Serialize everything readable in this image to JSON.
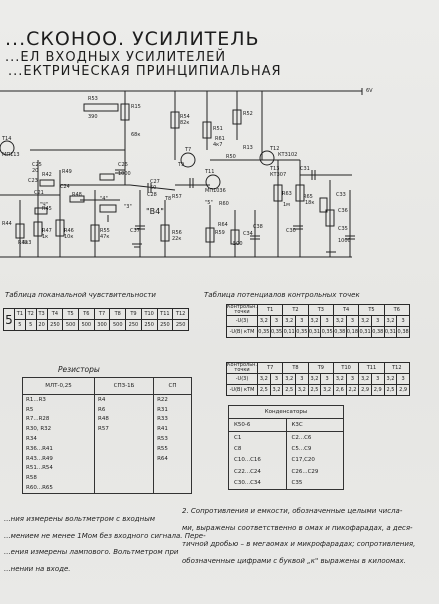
{
  "title": {
    "line1": "...СКОНОО. УСИЛИТЕЛЬ",
    "line2": "...ЕЛ ВХОДНЫХ УСИЛИТЕЛЕЙ",
    "line3": "...ЕКТРИЧЕСКАЯ ПРИНЦИПИАЛЬНАЯ"
  },
  "schematic": {
    "labels": [
      "R53",
      "390",
      "R15",
      "R54",
      "R51",
      "R49",
      "R42",
      "R52",
      "R13",
      "R50",
      "C27",
      "C26",
      "C25",
      "C31",
      "C36",
      "C35",
      "C38",
      "C37",
      "C24",
      "C23",
      "C21",
      "C28",
      "C30",
      "C33",
      "C34",
      "T7",
      "T12",
      "T13",
      "T11",
      "T14",
      "T9",
      "T8",
      "R43",
      "R47",
      "R48",
      "R46",
      "R55",
      "R57",
      "R56",
      "R59",
      "R60",
      "R61",
      "R63",
      "R64",
      "R65",
      "R44",
      "R45",
      "КТ3102",
      "КТ307",
      "МП1036",
      "МП113",
      "1000",
      "500",
      "20",
      "50",
      "4к7",
      "68к",
      "1к",
      "1м",
      "10к",
      "22к",
      "3к3",
      "18к",
      "82к",
      "47к",
      "1000",
      "6V"
    ],
    "marks": [
      "\"Ч\"",
      "\"В4\"",
      "\"3\"",
      "\"5\"",
      "\"4\""
    ]
  },
  "sensitivity": {
    "caption": "Таблица поканальной чувствительности",
    "headers": [
      "Т1",
      "Т2",
      "Т3",
      "Т4",
      "Т5",
      "Т6",
      "Т7",
      "Т8",
      "Т9",
      "Т10",
      "Т11",
      "Т12"
    ],
    "values": [
      "5",
      "5",
      "20",
      "250",
      "500",
      "500",
      "300",
      "500",
      "250",
      "250",
      "250",
      "250"
    ],
    "front": "5"
  },
  "potentials": {
    "caption": "Таблица потенциалов контрольных точек",
    "top_header": [
      "Контрольн. точки",
      "Т1",
      "Т2",
      "Т3",
      "Т4",
      "Т5",
      "Т6"
    ],
    "bottom_header": [
      "Контрольн. точки",
      "Т7",
      "Т8",
      "Т9",
      "Т10",
      "Т11",
      "Т12"
    ],
    "row_labels": [
      "-U(3)",
      "-U(В) кТМ"
    ],
    "top_row1": [
      "3,2",
      "3",
      "3,2",
      "3",
      "3,2",
      "3",
      "3,2",
      "3",
      "3,2",
      "3",
      "3,2",
      "3"
    ],
    "top_row2": [
      "0,35",
      "0,35",
      "0,11",
      "0,35",
      "0,31",
      "0,35",
      "0,38",
      "0,18",
      "0,31",
      "0,38",
      "0,31",
      "0,38"
    ],
    "bottom_row1": [
      "3,2",
      "3",
      "3,2",
      "3",
      "3,2",
      "3",
      "3,2",
      "3",
      "3,2",
      "3",
      "3,2",
      "3"
    ],
    "bottom_row2": [
      "2,5",
      "3,2",
      "2,5",
      "3,2",
      "2,5",
      "3,2",
      "2,6",
      "2,2",
      "2,9",
      "2,9",
      "2,5",
      "2,9"
    ]
  },
  "resistors": {
    "title": "Резисторы",
    "headers": [
      "МЛТ-0,25",
      "СПЗ-1Б",
      "СП"
    ],
    "rows": [
      [
        "R1...R3",
        "R4",
        "R22"
      ],
      [
        "R5",
        "R6",
        "R31"
      ],
      [
        "R7...R28",
        "R48",
        "R33"
      ],
      [
        "R30, R32",
        "R57",
        "R41"
      ],
      [
        "R34",
        "",
        "R53"
      ],
      [
        "R36...R41",
        "",
        "R55"
      ],
      [
        "R43...R49",
        "",
        "R64"
      ],
      [
        "R51...R54",
        "",
        ""
      ],
      [
        "R58",
        "",
        ""
      ],
      [
        "R60...R65",
        "",
        ""
      ]
    ]
  },
  "capacitors": {
    "title": "Конденсаторы",
    "headers": [
      "К50-6",
      "К3С"
    ],
    "rows": [
      [
        "С1",
        "С2...С6"
      ],
      [
        "С8",
        "С5...С9"
      ],
      [
        "С10...С16",
        "С17,С20"
      ],
      [
        "С22...С24",
        "С26...С29"
      ],
      [
        "С30...С34",
        "С35"
      ]
    ]
  },
  "notes": {
    "left": [
      "...ния измерены вольтметром с входным",
      "...мением не менее 1Мом без входного сигнала. Пере-",
      "...ения измерены лампового. Вольтметром при",
      "...нении на входе."
    ],
    "right": [
      "2. Сопротивления и емкости, обозначенные целыми числа-",
      "ми, выражены соответственно в омах и пикофарадах, а деся-",
      "тичной дробью – в мегаомах и микрофарадах; сопротивления,",
      "обозначенные цифрами с буквой „к\" выражены в килоомах."
    ]
  }
}
